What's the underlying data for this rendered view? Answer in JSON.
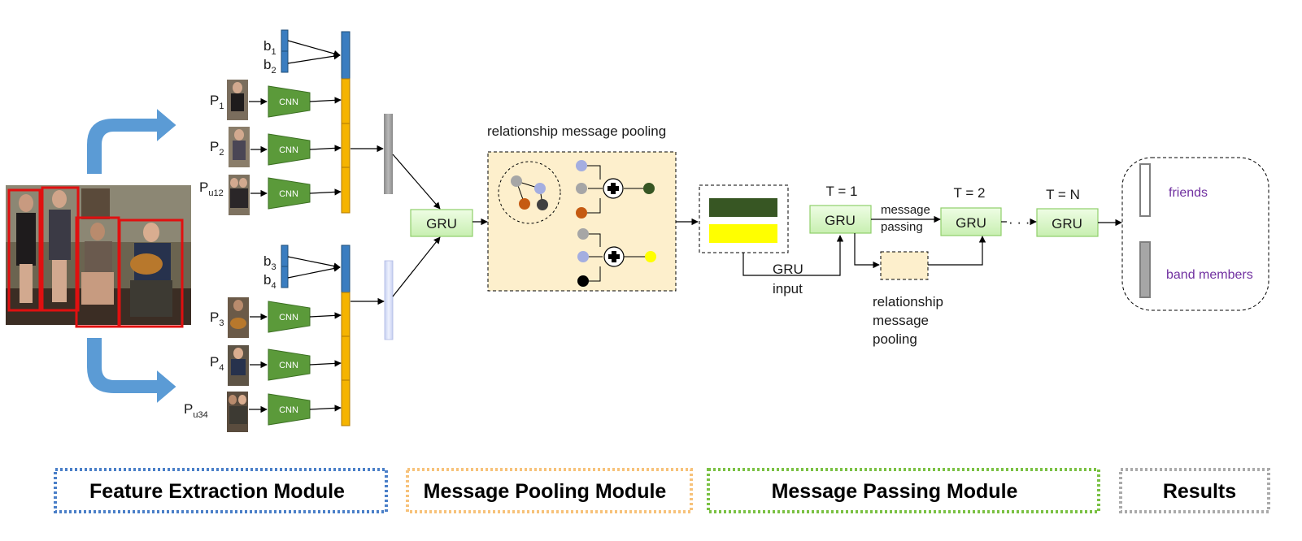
{
  "inputs": {
    "boxes": [
      {
        "main": "b",
        "sub": "1"
      },
      {
        "main": "b",
        "sub": "2"
      },
      {
        "main": "b",
        "sub": "3"
      },
      {
        "main": "b",
        "sub": "4"
      }
    ],
    "persons": [
      {
        "main": "P",
        "sub": "1"
      },
      {
        "main": "P",
        "sub": "2"
      },
      {
        "main": "P",
        "sub": "u12"
      },
      {
        "main": "P",
        "sub": "3"
      },
      {
        "main": "P",
        "sub": "4"
      },
      {
        "main": "P",
        "sub": "u34"
      }
    ],
    "cnn_label": "CNN"
  },
  "gru_label": "GRU",
  "pooling": {
    "title": "relationship message pooling"
  },
  "passing": {
    "gru_input_line1": "GRU",
    "gru_input_line2": "input",
    "t1": "T = 1",
    "t2": "T = 2",
    "tn": "T = N",
    "message_line1": "message",
    "message_line2": "passing",
    "ellipsis": "· · ·",
    "pool_line1": "relationship",
    "pool_line2": "message",
    "pool_line3": "pooling"
  },
  "results": {
    "friends": "friends",
    "band_members": "band members"
  },
  "modules": {
    "feature_extraction": "Feature Extraction Module",
    "message_pooling": "Message Pooling Module",
    "message_passing": "Message Passing Module",
    "results": "Results"
  },
  "colors": {
    "cnn_green": "#5b9a3a",
    "orange_feature": "#f5b400",
    "blue_box_feature": "#3a7dc0",
    "gru_fill": "#d8f5c6",
    "pooling_bg": "#fdefcc",
    "dark_green_feature": "#375623",
    "yellow_feature": "#ffff00",
    "purple_text": "#7030a0",
    "module_blue_border": "#4a7fc8",
    "module_orange_border": "#f7c27a",
    "module_green_border": "#7ac143",
    "module_gray_border": "#aaaaaa"
  }
}
